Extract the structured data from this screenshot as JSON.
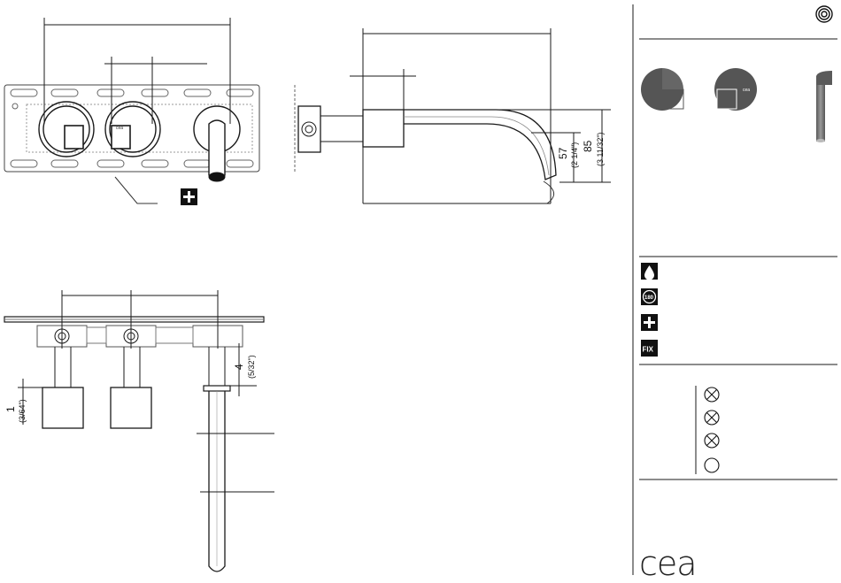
{
  "dimensions": {
    "d57": "57",
    "d57_in": "(2 1/4\")",
    "d85": "85",
    "d85_in": "(3 11/32\")",
    "d4": "4",
    "d4_in": "(5/32\")",
    "d1": "1",
    "d1_in": "(3/64\")"
  },
  "legend": {
    "rotation_icon": "180",
    "fix_icon": "FIX"
  },
  "handle_marks": {
    "mark": "cea"
  },
  "brand": {
    "logo": "cea"
  },
  "colors": {
    "line": "#1a1a1a",
    "gray_part": "#8a8a8a",
    "dark_part": "#555555"
  }
}
